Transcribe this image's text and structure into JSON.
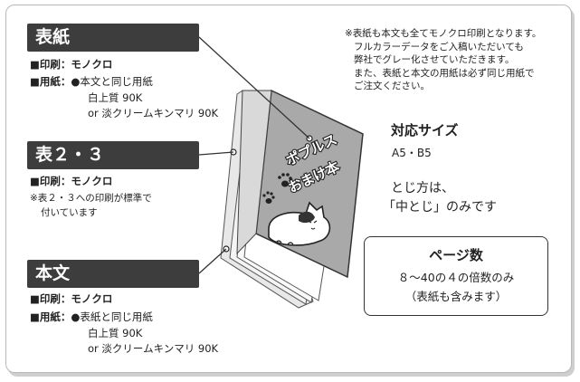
{
  "cover": {
    "tag": "表紙",
    "print_label": "■印刷：",
    "print_value": "モノクロ",
    "paper_label": "■用紙：",
    "paper_lines": [
      "●本文と同じ用紙",
      "白上質 90K",
      "or 淡クリームキンマリ 90K"
    ]
  },
  "inner_cover": {
    "tag": "表２・３",
    "print_label": "■印刷：",
    "print_value": "モノクロ",
    "note_lines": [
      "※表２・３への印刷が標準で",
      "付いています"
    ]
  },
  "body_text": {
    "tag": "本文",
    "print_label": "■印刷：",
    "print_value": "モノクロ",
    "paper_label": "■用紙：",
    "paper_lines": [
      "●表紙と同じ用紙",
      "白上質 90K",
      "or 淡クリームキンマリ 90K"
    ]
  },
  "notice_lines": [
    "※表紙も本文も全てモノクロ印刷となります。",
    "フルカラーデータをご入稿いただいても",
    "弊社でグレー化させていただきます。",
    "また、表紙と本文の用紙は必ず同じ用紙で",
    "ご注文ください。"
  ],
  "size": {
    "title": "対応サイズ",
    "value": "A5・B5"
  },
  "binding": {
    "line1": "とじ方は、",
    "line2": "「中とじ」のみです"
  },
  "pages": {
    "title": "ページ数",
    "range": "８～40の４の倍数のみ",
    "note": "（表紙も含みます）"
  },
  "book_cover": {
    "line1": "ポプルス",
    "line2": "おまけ本"
  },
  "colors": {
    "tag_bg": "#3d3d3d",
    "frame": "#b8b8b8",
    "book_gray": "#a9a9a9"
  }
}
